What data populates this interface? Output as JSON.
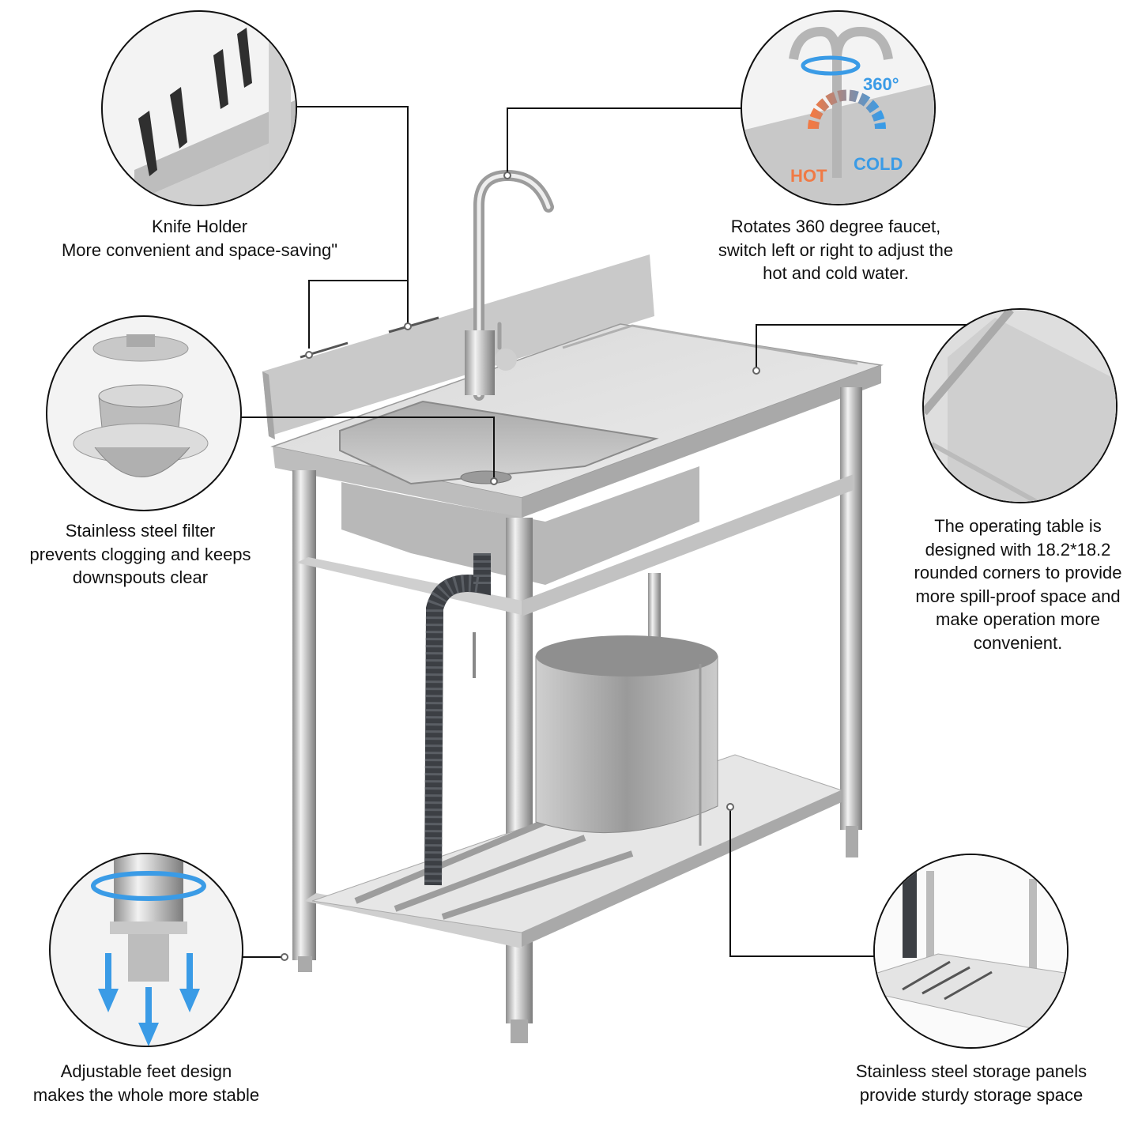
{
  "product": "Freestanding stainless steel single-bowl kitchen sink with drainboard and storage shelf",
  "callouts": {
    "knife_holder": {
      "icon": "knife-holder-closeup",
      "lines": [
        "Knife Holder",
        "More convenient and space-saving\""
      ]
    },
    "faucet": {
      "icon": "faucet-closeup",
      "badge_rotation": "360°",
      "badge_hot": "HOT",
      "badge_cold": "COLD",
      "lines": [
        "Rotates 360 degree faucet,",
        "switch left or right to adjust the",
        "hot and cold water."
      ]
    },
    "filter": {
      "icon": "strainer-closeup",
      "lines": [
        "Stainless steel filter",
        "prevents clogging and keeps",
        "downspouts clear"
      ]
    },
    "operating_table": {
      "icon": "rounded-corner-closeup",
      "lines": [
        "The operating table is",
        "designed with 18.2*18.2",
        "rounded corners to provide",
        "more spill-proof space and",
        "make operation more",
        "convenient."
      ]
    },
    "feet": {
      "icon": "adjustable-foot-closeup",
      "lines": [
        "Adjustable feet design",
        "makes the whole more stable"
      ]
    },
    "storage": {
      "icon": "storage-shelf-closeup",
      "lines": [
        "Stainless steel storage panels",
        "provide sturdy storage space"
      ]
    }
  },
  "colors": {
    "hot": "#f07a45",
    "cold": "#3a9be6",
    "steel_light": "#e4e4e4",
    "steel_mid": "#b9b9b9",
    "steel_dark": "#7d7d7d",
    "hose": "#3c3f44",
    "line": "#111111"
  }
}
